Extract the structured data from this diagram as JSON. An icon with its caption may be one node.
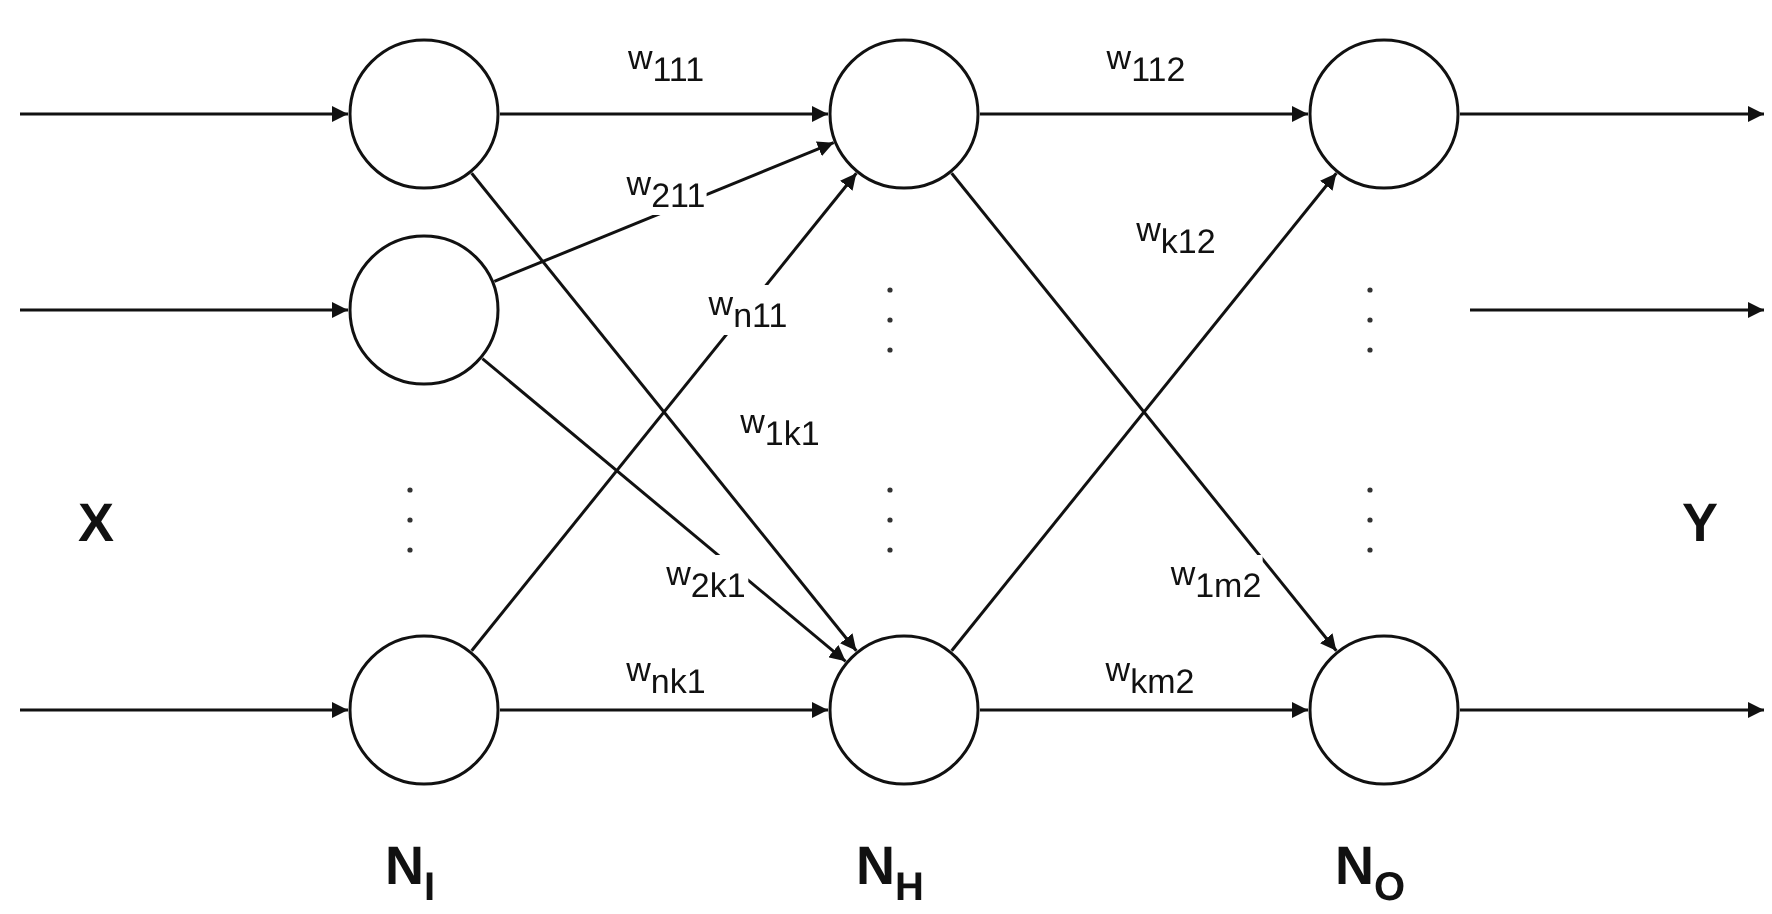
{
  "diagram": {
    "nodes": [
      {
        "text": [],
        "shape": "circle"
      },
      {
        "text": [],
        "shape": "circle"
      },
      {
        "text": [],
        "shape": "circle"
      },
      {
        "text": [],
        "shape": "circle"
      },
      {
        "text": [],
        "shape": "circle"
      },
      {
        "text": [],
        "shape": "circle"
      },
      {
        "text": [],
        "shape": "circle"
      }
    ],
    "edges": [
      {
        "from": null,
        "to": 0,
        "arrow": "to"
      },
      {
        "from": null,
        "to": 1,
        "arrow": "to"
      },
      {
        "from": null,
        "to": 2,
        "arrow": "to"
      },
      {
        "from": 0,
        "to": 3,
        "arrow": "to",
        "label": "w$_{111}$"
      },
      {
        "from": 1,
        "to": 3,
        "arrow": "to",
        "label": "w$_{211}$"
      },
      {
        "from": 2,
        "to": 3,
        "arrow": "to",
        "label": "w$_{n11}$"
      },
      {
        "from": 0,
        "to": 4,
        "arrow": "to",
        "label": "w$_{1k1}$"
      },
      {
        "from": 1,
        "to": 4,
        "arrow": "to",
        "label": "w$_{2k1}$"
      },
      {
        "from": 2,
        "to": 4,
        "arrow": "to",
        "label": "w$_{nk1}$"
      },
      {
        "from": 3,
        "to": 5,
        "arrow": "to",
        "label": "w$_{112}$"
      },
      {
        "from": 4,
        "to": 5,
        "arrow": "to",
        "label": "w$_{k12}$"
      },
      {
        "from": 3,
        "to": 6,
        "arrow": "to",
        "label": "w$_{1m2}$"
      },
      {
        "from": 4,
        "to": 6,
        "arrow": "to",
        "label": "w$_{km2}$"
      },
      {
        "from": 5,
        "to": null,
        "arrow": "to"
      },
      {
        "from": 6,
        "to": null,
        "arrow": "to"
      }
    ],
    "labels": [
      "X",
      "Y",
      "N$_{I}$",
      "N$_{H}$",
      "N$_{O}$"
    ]
  }
}
